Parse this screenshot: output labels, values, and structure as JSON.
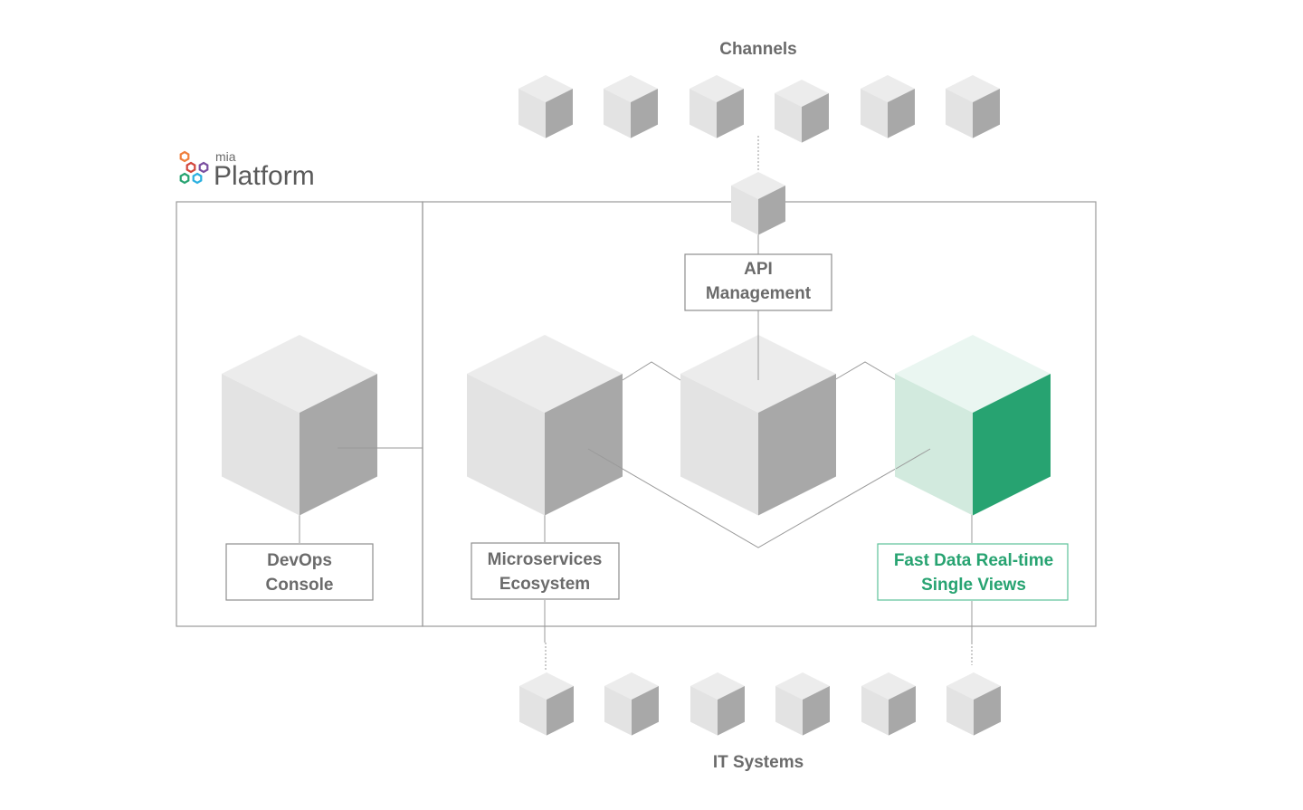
{
  "channels_label": "Channels",
  "it_systems_label": "IT Systems",
  "logo": {
    "small": "mia",
    "large": "Platform"
  },
  "modules": {
    "api_management": [
      "API",
      "Management"
    ],
    "devops_console": [
      "DevOps",
      "Console"
    ],
    "microservices": [
      "Microservices",
      "Ecosystem"
    ],
    "fast_data": [
      "Fast Data Real-time",
      "Single Views"
    ]
  },
  "colors": {
    "cube_top": "#ececec",
    "cube_left": "#e3e3e3",
    "cube_right": "#a8a8a8",
    "green_top": "#eaf6f1",
    "green_left": "#d2eade",
    "green_right": "#27a371",
    "label_gray": "#6b6b6b",
    "label_green": "#27a371",
    "logo_hex": [
      "#f07f3c",
      "#d2463c",
      "#7a4fa0",
      "#27a371",
      "#2ab0e0"
    ]
  },
  "icons": [
    "cube-icon",
    "mia-platform-logo-icon"
  ]
}
